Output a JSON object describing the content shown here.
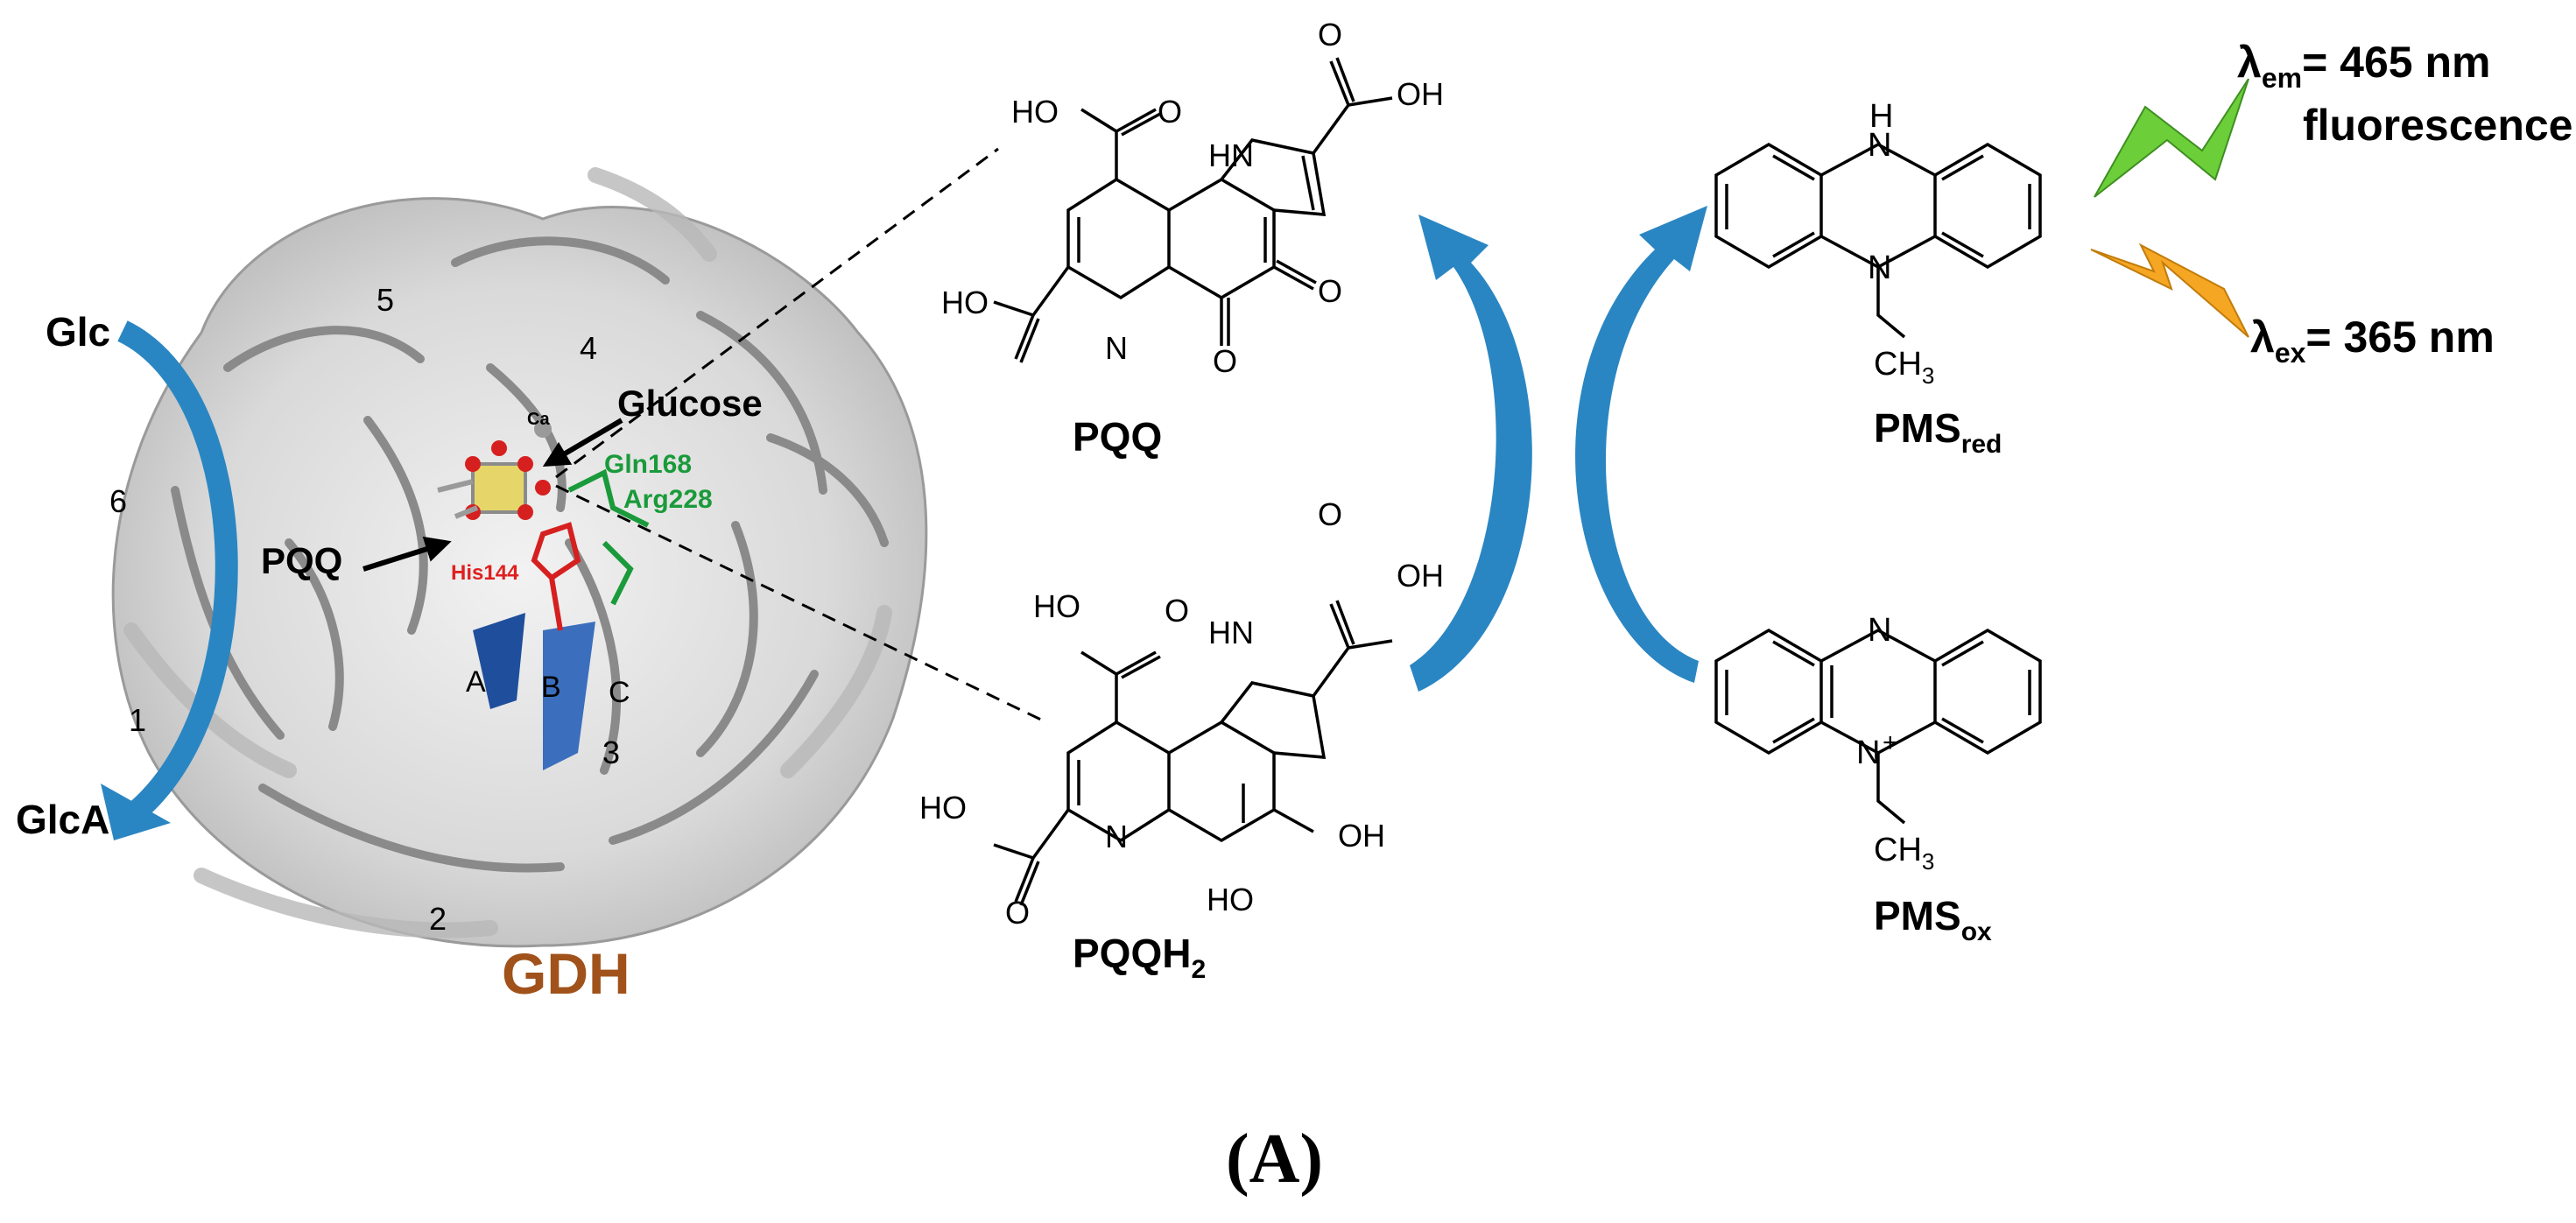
{
  "caption": "(A)",
  "protein": {
    "name": "GDH",
    "substrate_in": "Glc",
    "product_out": "GlcA",
    "cofactor_label": "PQQ",
    "ligand_label": "Glucose",
    "ion_label": "Ca",
    "residues": [
      {
        "label": "Gln168",
        "color": "#1a9a3a"
      },
      {
        "label": "Arg228",
        "color": "#1a9a3a"
      },
      {
        "label": "His144",
        "color": "#e02020"
      }
    ],
    "blade_numbers": [
      "1",
      "2",
      "3",
      "4",
      "5",
      "6"
    ],
    "strand_letters": [
      "A",
      "B",
      "C"
    ],
    "name_color": "#a0521a",
    "arrow_color": "#2a86c2"
  },
  "molecules": {
    "pqq": {
      "name": "PQQ",
      "atoms": {
        "ho_top": "HO",
        "o_top": "O",
        "oh_right": "OH",
        "o_acid": "O",
        "hn": "HN",
        "ho_left": "HO",
        "n": "N",
        "o1": "O",
        "o2": "O"
      }
    },
    "pqqh2": {
      "name": "PQQH",
      "sub": "2",
      "atoms": {
        "ho_top": "HO",
        "o_top": "O",
        "oh_right": "OH",
        "o_acid": "O",
        "hn": "HN",
        "ho_left": "HO",
        "n": "N",
        "o_acid2": "O",
        "oh_ring": "OH",
        "ho_ring": "HO"
      }
    },
    "pms_red": {
      "name": "PMS",
      "sub": "red",
      "atoms": {
        "h": "H",
        "n_top": "N",
        "n_bottom": "N",
        "ch": "CH",
        "three": "3"
      }
    },
    "pms_ox": {
      "name": "PMS",
      "sub": "ox",
      "atoms": {
        "n_top": "N",
        "n_bottom": "N",
        "plus": "+",
        "ch": "CH",
        "three": "3"
      }
    }
  },
  "emission": {
    "lambda": "λ",
    "sub": "em",
    "value": "= 465 nm",
    "line2": "fluorescence",
    "color": "#6ccf3a"
  },
  "excitation": {
    "lambda": "λ",
    "sub": "ex",
    "value": "= 365 nm",
    "color": "#f5a623"
  }
}
